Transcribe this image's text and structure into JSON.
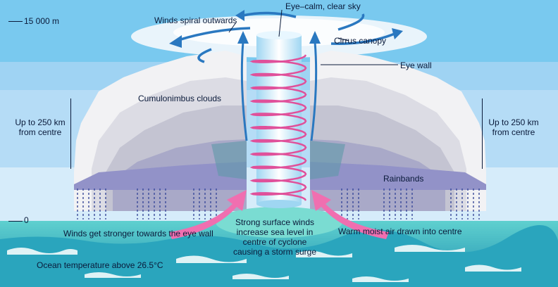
{
  "diagram": {
    "altitude_top": "15 000 m",
    "altitude_zero": "0",
    "labels": {
      "eye": "Eye–calm, clear sky",
      "winds_out": "Winds spiral outwards",
      "cirrus": "Cirrus canopy",
      "eye_wall": "Eye wall",
      "cumulonimbus": "Cumulonimbus clouds",
      "range_left": "Up to 250 km\nfrom centre",
      "range_right": "Up to 250 km\nfrom centre",
      "rainbands": "Rainbands",
      "winds_stronger": "Winds get stronger towards the eye wall",
      "surge": "Strong surface winds\nincrease sea level in\ncentre of cyclone\ncausing a storm surge",
      "warm_air": "Warm moist air drawn into centre",
      "ocean_temp": "Ocean temperature above 26.5°C"
    },
    "colors": {
      "sky_top": "#7ecbf0",
      "sky_band": "#b6dcf7",
      "cloud_light": "#f4f4f4",
      "cloud_gray": "#b9b9c9",
      "cloud_purple": "#8f8fc8",
      "eye_column": "#bfe8fb",
      "spiral": "#e0509a",
      "arrow_pink": "#f06fb0",
      "arrow_blue": "#2a78c0",
      "sea": "#2fb6c2",
      "sea_dark": "#1f8ea8"
    }
  }
}
